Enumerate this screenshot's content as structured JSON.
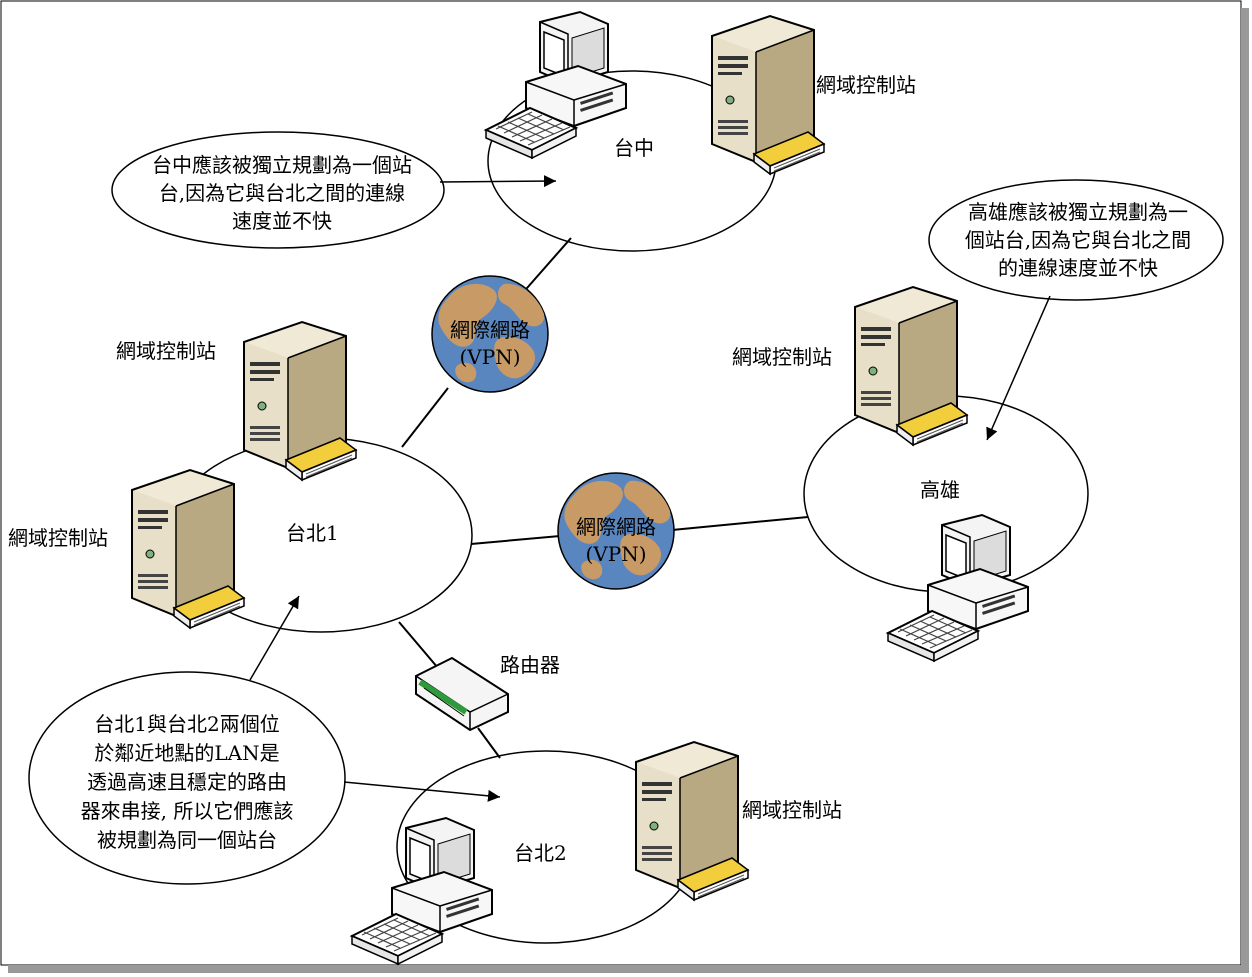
{
  "sites": {
    "taichung": "台中",
    "taipei1": "台北1",
    "taipei2": "台北2",
    "kaohsiung": "高雄"
  },
  "labels": {
    "domain_controller": "網域控制站",
    "router": "路由器",
    "internet_vpn_line1": "網際網路",
    "internet_vpn_line2": "(VPN)"
  },
  "callouts": {
    "taichung": [
      "台中應該被獨立規劃為一個站",
      "台,因為它與台北之間的連線",
      "速度並不快"
    ],
    "kaohsiung": [
      "高雄應該被獨立規劃為一",
      "個站台,因為它與台北之間",
      "的連線速度並不快"
    ],
    "taipei": [
      "台北1與台北2兩個位",
      "於鄰近地點的LAN是",
      "透過高速且穩定的路由",
      "器來串接, 所以它們應該",
      "被規劃為同一個站台"
    ]
  },
  "icons": {
    "workstation": "desktop-computer-icon",
    "server": "tower-server-icon",
    "globe": "globe-icon",
    "router": "router-icon"
  },
  "colors": {
    "server_body": "#e6dcc4",
    "globe_ocean": "#5a86c0",
    "globe_land": "#c89a66",
    "router_leds": "#2e9b3a",
    "keyboard_stripe": "#f2cd3c"
  }
}
